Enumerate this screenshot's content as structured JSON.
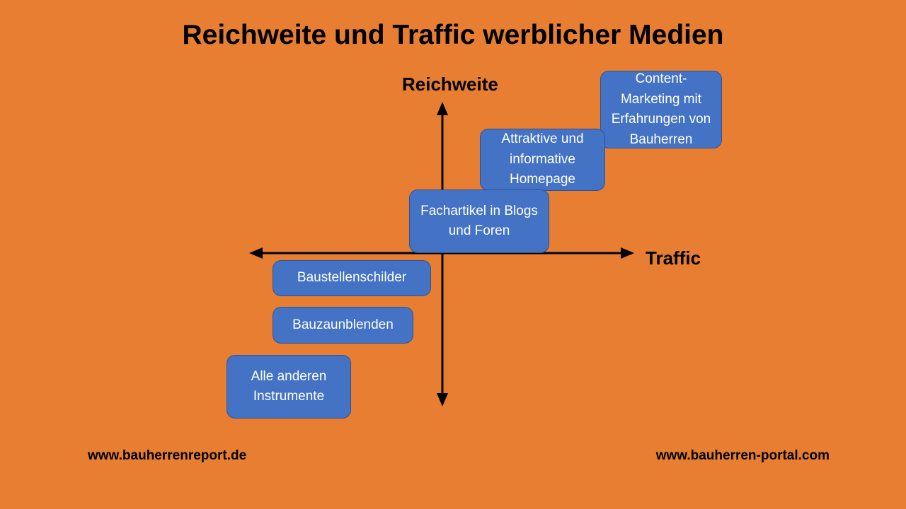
{
  "title": "Reichweite und Traffic werblicher Medien",
  "axes": {
    "y_label": "Reichweite",
    "x_label": "Traffic"
  },
  "boxes": [
    {
      "id": "content-marketing",
      "label": "Content-Marketing mit Erfahrungen von Bauherren"
    },
    {
      "id": "homepage",
      "label": "Attraktive und informative Homepage"
    },
    {
      "id": "fachartikel",
      "label": "Fachartikel in Blogs und Foren"
    },
    {
      "id": "baustellenschilder",
      "label": "Baustellenschilder"
    },
    {
      "id": "bauzaunblenden",
      "label": "Bauzaunblenden"
    },
    {
      "id": "andere-instrumente",
      "label": "Alle anderen Instrumente"
    }
  ],
  "footer": {
    "left_url": "www.bauherrenreport.de",
    "right_url": "www.bauherren-portal.com"
  },
  "colors": {
    "background": "#E87E31",
    "box_fill": "#4472C4",
    "box_border": "#2E5395",
    "box_text": "#FFFFFF",
    "axis": "#000000",
    "title_text": "#000000"
  }
}
